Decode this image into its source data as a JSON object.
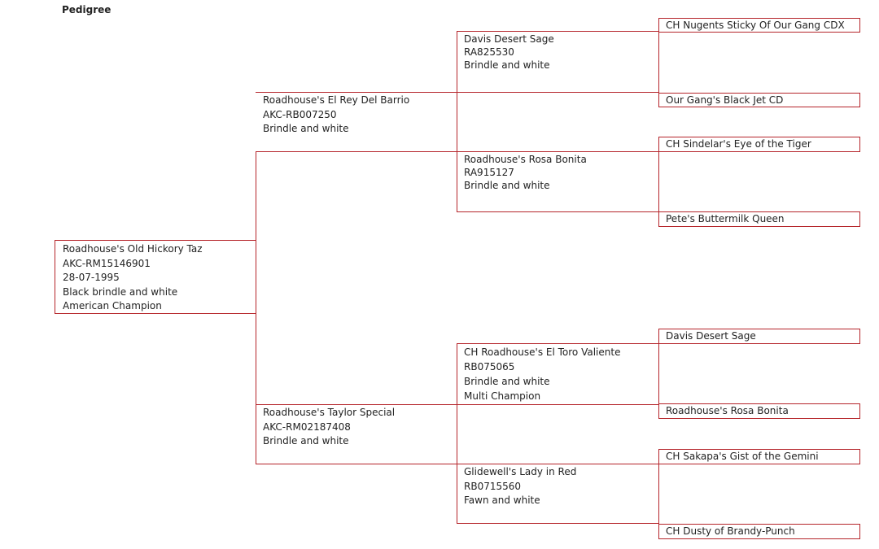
{
  "title": "Pedigree",
  "colors": {
    "line": "#b5242a",
    "text": "#222222"
  },
  "subject": {
    "lines": [
      "Roadhouse's Old Hickory Taz",
      "AKC-RM15146901",
      "28-07-1995",
      "Black brindle and white",
      "American Champion"
    ]
  },
  "sire": {
    "lines": [
      "Roadhouse's El Rey Del Barrio",
      "AKC-RB007250",
      "Brindle and white"
    ],
    "sire": {
      "lines": [
        "Davis Desert Sage",
        "RA825530",
        "Brindle and white"
      ],
      "sire": "CH Nugents Sticky Of Our Gang CDX",
      "dam": "Our Gang's Black Jet CD"
    },
    "dam": {
      "lines": [
        "Roadhouse's Rosa Bonita",
        "RA915127",
        "Brindle and white"
      ],
      "sire": "CH Sindelar's Eye of the Tiger",
      "dam": "Pete's Buttermilk Queen"
    }
  },
  "dam": {
    "lines": [
      "Roadhouse's Taylor Special",
      "AKC-RM02187408",
      "Brindle and white"
    ],
    "sire": {
      "lines": [
        "CH Roadhouse's El Toro Valiente",
        "RB075065",
        "Brindle and white",
        "Multi Champion"
      ],
      "sire": "Davis Desert Sage",
      "dam": "Roadhouse's Rosa Bonita"
    },
    "dam": {
      "lines": [
        "Glidewell's Lady in Red",
        "RB0715560",
        "Fawn and white"
      ],
      "sire": "CH Sakapa's Gist of the Gemini",
      "dam": "CH Dusty of Brandy-Punch"
    }
  }
}
